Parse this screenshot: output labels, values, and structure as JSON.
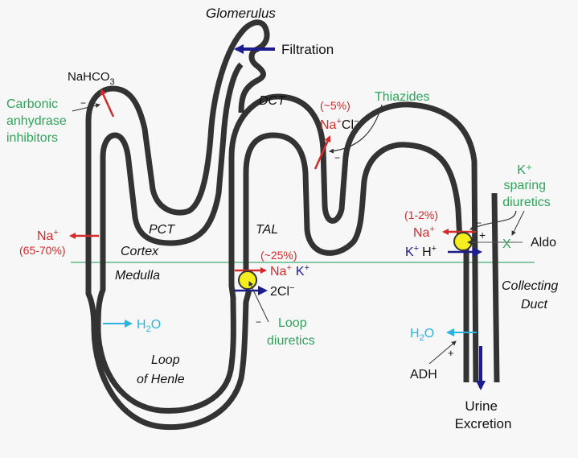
{
  "title": "Nephron diuretic sites of action",
  "colors": {
    "background": "#f7f7f7",
    "tubule": "#333333",
    "sodium_red": "#d42a2a",
    "drug_green": "#2ea35a",
    "flow_navy": "#1c1c8e",
    "water_cyan": "#2bb3e0",
    "transporter_yellow": "#f5ee1f",
    "cortex_medulla_line": "#5fb88a"
  },
  "labels": {
    "glomerulus": "Glomerulus",
    "filtration": "Filtration",
    "pct": "PCT",
    "dct": "DCT",
    "tal": "TAL",
    "cortex": "Cortex",
    "medulla": "Medulla",
    "loop_line1": "Loop",
    "loop_line2": "of Henle",
    "collecting_line1": "Collecting",
    "collecting_line2": "Duct",
    "urine_line1": "Urine",
    "urine_line2": "Excretion"
  },
  "drugs": {
    "carbonic": [
      "Carbonic",
      "anhydrase",
      "inhibitors"
    ],
    "thiazides": "Thiazides",
    "loop": [
      "Loop",
      "diuretics"
    ],
    "ksparing": [
      "K⁺",
      "sparing",
      "diuretics"
    ]
  },
  "ions": {
    "nahco3_base": "NaHCO",
    "nahco3_sub": "3",
    "pct_na": "Na",
    "pct_na_sup": "+",
    "pct_pct": "(65-70%)",
    "dct_pct": "(~5%)",
    "dct_na": "Na",
    "dct_na_sup": "+",
    "dct_cl": "Cl",
    "dct_cl_sup": "−",
    "tal_pct": "(~25%)",
    "tal_na": "Na",
    "tal_na_sup": "+",
    "tal_k": "K",
    "tal_k_sup": "+",
    "tal_cl": "2Cl",
    "tal_cl_sup": "−",
    "cd_pct": "(1-2%)",
    "cd_na": "Na",
    "cd_na_sup": "+",
    "cd_k": "K",
    "cd_k_sup": "+",
    "cd_h": "H",
    "cd_h_sup": "+",
    "h2o_h": "H",
    "h2o_sub": "2",
    "h2o_o": "O",
    "adh": "ADH",
    "aldo": "Aldo"
  },
  "signs": {
    "minus": "−",
    "plus": "+",
    "block": "X"
  }
}
